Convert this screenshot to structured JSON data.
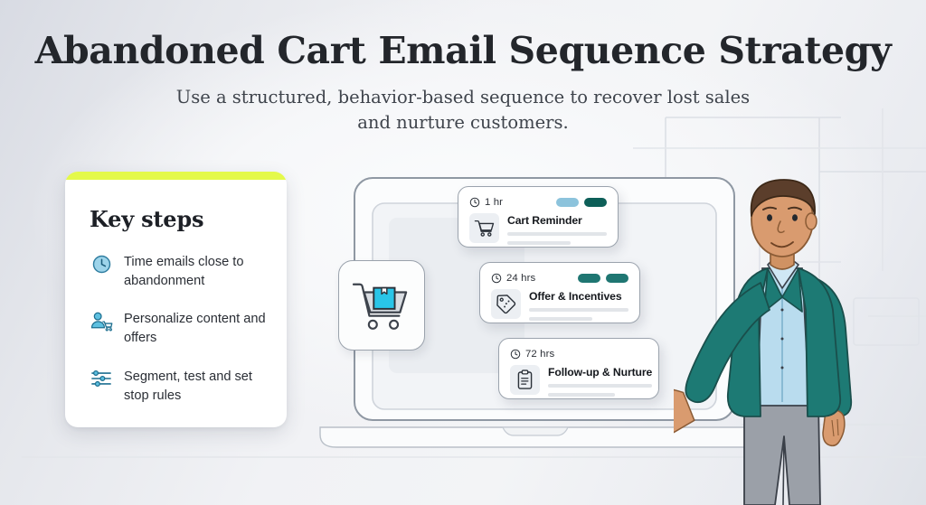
{
  "page": {
    "title": "Abandoned Cart Email Sequence Strategy",
    "subtitle_line1": "Use a structured, behavior-based sequence to recover lost sales",
    "subtitle_line2": "and nurture customers.",
    "background_gradient_from": "#d8dbe3",
    "background_gradient_to": "#f3f4f6"
  },
  "key_steps_card": {
    "accent_color": "#e4f94a",
    "heading": "Key steps",
    "items": [
      {
        "icon": "clock-icon",
        "text": "Time emails close to abandonment"
      },
      {
        "icon": "person-cart-icon",
        "text": "Personalize content and offers"
      },
      {
        "icon": "sliders-icon",
        "text": "Segment, test and set stop rules"
      }
    ]
  },
  "cart_badge": {
    "icon": "shopping-cart-box-icon",
    "box_color": "#29c5e8"
  },
  "sequence_cards": [
    {
      "time": "1 hr",
      "clock_icon": "clock-icon",
      "label": "Cart Reminder",
      "thumb_icon": "shopping-cart-icon",
      "pills": [
        "#8cc3dc",
        "#0d5f58"
      ]
    },
    {
      "time": "24 hrs",
      "clock_icon": "clock-icon",
      "label": "Offer & Incentives",
      "thumb_icon": "price-tag-icon",
      "pills": [
        "#1f7672",
        "#1f7672"
      ]
    },
    {
      "time": "72 hrs",
      "clock_icon": "clock-icon",
      "label": "Follow-up & Nurture",
      "thumb_icon": "clipboard-icon",
      "pills": []
    }
  ],
  "illustration": {
    "laptop": "laptop-illustration",
    "person": "presenter-person-illustration",
    "person_colors": {
      "blazer": "#1d7a74",
      "shirt": "#b9dcee",
      "trousers": "#9ba0a8",
      "skin": "#d99b6f",
      "hair": "#5b3e2b"
    }
  }
}
